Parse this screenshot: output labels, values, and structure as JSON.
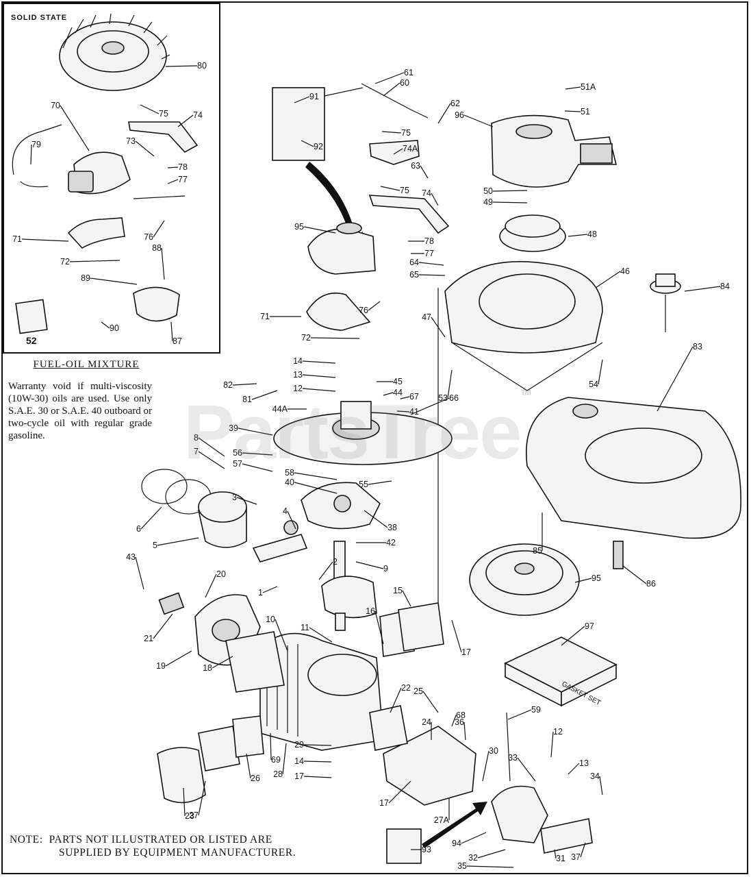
{
  "inset": {
    "title": "SOLID STATE",
    "parts_card_label": "52"
  },
  "fuel_oil": {
    "title": "FUEL-OIL MIXTURE",
    "body": "Warranty void if multi-viscosity (10W-30) oils are used. Use only S.A.E. 30 or S.A.E. 40 outboard or two-cycle oil with regular grade gasoline."
  },
  "note": {
    "line1": "NOTE:  PARTS NOT ILLUSTRATED OR LISTED ARE",
    "line2": "SUPPLIED BY EQUIPMENT MANUFACTURER."
  },
  "watermark": {
    "text": "PartsTree",
    "tm": "TM"
  },
  "gasket_box_label": "GASKET SET",
  "callouts": [
    "80",
    "75",
    "74",
    "70",
    "73",
    "79",
    "78",
    "77",
    "76",
    "71",
    "72",
    "88",
    "89",
    "90",
    "87",
    "61",
    "60",
    "91",
    "92",
    "62",
    "96",
    "51A",
    "51",
    "75",
    "74A",
    "63",
    "50",
    "49",
    "75",
    "74",
    "95",
    "78",
    "77",
    "48",
    "64",
    "65",
    "46",
    "84",
    "71",
    "76",
    "47",
    "72",
    "83",
    "14",
    "13",
    "12",
    "45",
    "44",
    "67",
    "44A",
    "66",
    "82",
    "81",
    "41",
    "53",
    "54",
    "39",
    "8",
    "7",
    "56",
    "57",
    "58",
    "40",
    "55",
    "3",
    "6",
    "5",
    "4",
    "38",
    "42",
    "85",
    "43",
    "20",
    "2",
    "1",
    "9",
    "95",
    "86",
    "21",
    "15",
    "16",
    "17",
    "11",
    "10",
    "97",
    "19",
    "18",
    "22",
    "25",
    "59",
    "68",
    "24",
    "36",
    "12",
    "29",
    "30",
    "33",
    "13",
    "14",
    "17",
    "27A",
    "27",
    "26",
    "69",
    "28",
    "23",
    "17",
    "34",
    "93",
    "94",
    "32",
    "31",
    "35",
    "37"
  ]
}
